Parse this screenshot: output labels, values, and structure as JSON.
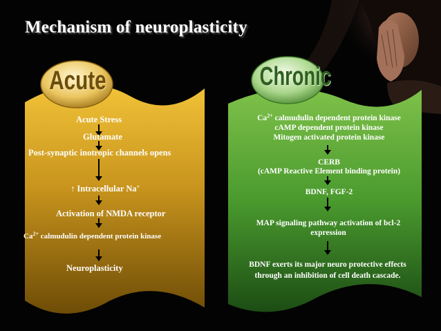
{
  "title": "Mechanism of neuroplasticity",
  "acute": {
    "label": "Acute",
    "steps": [
      "Acute Stress",
      "Glutamate",
      "Post-synaptic inotropic  channels opens",
      "↑ Intracellular Na",
      "Activation of  NMDA receptor",
      "calmudulin dependent protein kinase",
      "Neuroplasticity"
    ],
    "na_sup": "+",
    "ca_prefix": "Ca",
    "ca_sup": "2+"
  },
  "chronic": {
    "label": "Chronic",
    "ca_prefix": "Ca",
    "ca_sup": "2+",
    "line1": "calmudulin dependent protein kinase",
    "line2": "cAMP  dependent protein kinase",
    "line3": "Mitogen activated protein kinase",
    "line4": "CERB",
    "line5": "(cAMP  Reactive Element binding protein)",
    "line6": "BDNF, FGF-2",
    "line7": "MAP  signaling pathway activation of bcl-2",
    "line8": "expression",
    "line9": "BDNF exerts its major neuro protective effects",
    "line10": "through an inhibition of cell death cascade."
  },
  "colors": {
    "acute_top": "#f2c338",
    "acute_bottom": "#6e4c07",
    "chronic_top": "#7fc14a",
    "chronic_bottom": "#1c4d14",
    "arrow": "#000000"
  }
}
